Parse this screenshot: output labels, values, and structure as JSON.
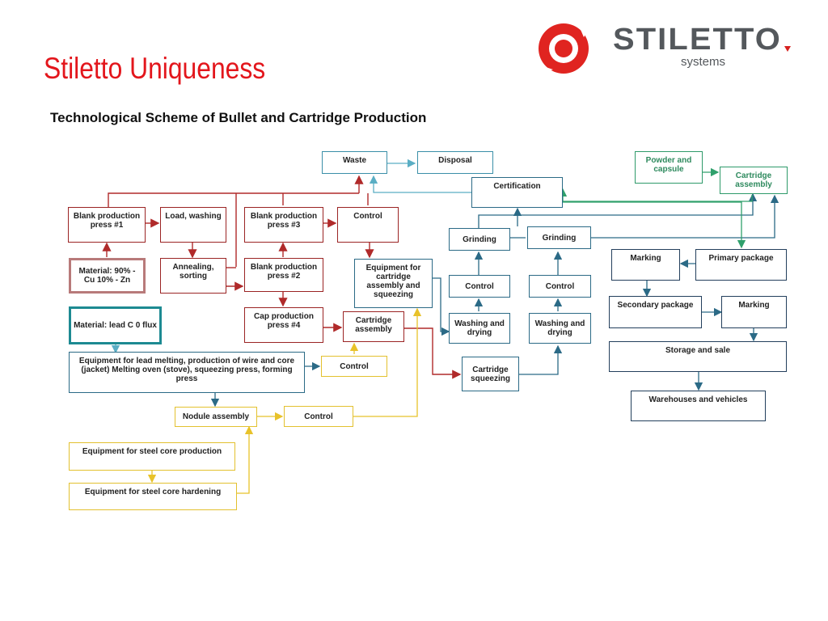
{
  "header": {
    "title": "Stiletto Uniqueness",
    "subtitle": "Technological Scheme of Bullet and Cartridge Production"
  },
  "logo": {
    "wordmark": "STILETTO",
    "tagline": "systems",
    "colors": {
      "red": "#e02420",
      "gray": "#54585c"
    }
  },
  "diagram": {
    "colors": {
      "red": "#b02a2a",
      "blue": "#2b6a86",
      "cyan": "#5aaec4",
      "green": "#30a06c",
      "yellow": "#e8c22a",
      "navy": "#233f5c"
    },
    "boxes": {
      "waste": "Waste",
      "disposal": "Disposal",
      "powder_capsule": "Powder and capsule",
      "cartridge_assembly_final": "Cartridge assembly",
      "certification": "Certification",
      "blank_press_1": "Blank production press #1",
      "load_washing": "Load, washing",
      "blank_press_3": "Blank production press #3",
      "control_red": "Control",
      "grinding_1": "Grinding",
      "grinding_2": "Grinding",
      "material_cu_zn": "Material: 90% - Cu 10% - Zn",
      "annealing_sorting": "Annealing, sorting",
      "blank_press_2": "Blank production press #2",
      "equipment_cartridge_squeezing": "Equipment for cartridge assembly and squeezing",
      "control_blue_1": "Control",
      "control_blue_2": "Control",
      "marking_1": "Marking",
      "primary_package": "Primary package",
      "material_lead": "Material: lead C 0 flux",
      "cap_press_4": "Cap production press #4",
      "cartridge_assembly": "Cartridge assembly",
      "washing_drying_1": "Washing and drying",
      "washing_drying_2": "Washing and drying",
      "secondary_package": "Secondary package",
      "marking_2": "Marking",
      "equipment_lead_melting": "Equipment for lead melting, production of wire and core (jacket) Melting oven (stove), squeezing press, forming press",
      "control_yellow_1": "Control",
      "cartridge_squeezing": "Cartridge squeezing",
      "storage_sale": "Storage and sale",
      "warehouses_vehicles": "Warehouses and vehicles",
      "nodule_assembly": "Nodule assembly",
      "control_yellow_2": "Control",
      "steel_core_production": "Equipment for steel core production",
      "steel_core_hardening": "Equipment for steel core hardening"
    }
  }
}
